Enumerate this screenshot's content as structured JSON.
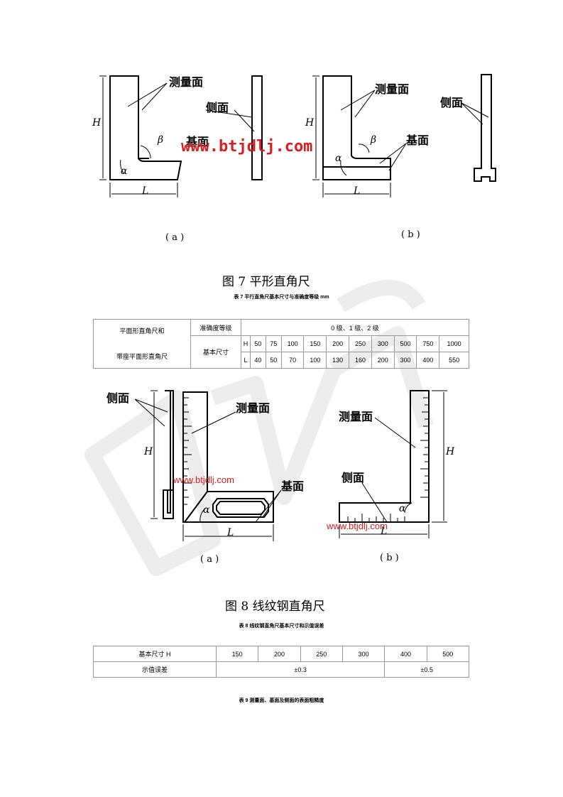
{
  "fig7": {
    "labels": {
      "measure_face": "测量面",
      "side_face": "侧面",
      "base_face": "基面",
      "H": "H",
      "L": "L",
      "alpha": "α",
      "beta": "β"
    },
    "watermark": "www.btjdlj.com",
    "sub_a": "( a )",
    "sub_b": "( b )",
    "caption": "图 7    平形直角尺"
  },
  "table7": {
    "caption": "表 7  平行直角尺基本尺寸与准确度等级  mm",
    "row_label_1": "平面形直角尺和",
    "row_label_2": "带座平面形直角尺",
    "accuracy_label": "准确度等级",
    "accuracy_value": "0 级、1 级、2 级",
    "size_label": "基本尺寸",
    "H_key": "H",
    "L_key": "L",
    "H_values": [
      "50",
      "75",
      "100",
      "150",
      "200",
      "250",
      "300",
      "500",
      "750",
      "1000"
    ],
    "L_values": [
      "40",
      "50",
      "70",
      "100",
      "130",
      "160",
      "200",
      "300",
      "400",
      "550"
    ]
  },
  "fig8": {
    "labels": {
      "side_face": "侧面",
      "measure_face": "测量面",
      "base_face": "基面",
      "H": "H",
      "L": "L",
      "alpha": "α"
    },
    "watermark": "www.btjdlj.com",
    "sub_a": "( a )",
    "sub_b": "( b )",
    "caption": "图 8    线纹钢直角尺"
  },
  "table8": {
    "caption": "表 8  线纹钢直角尺基本尺寸和示值误差",
    "size_label": "基本尺寸 H",
    "sizes": [
      "150",
      "200",
      "250",
      "300",
      "400",
      "500"
    ],
    "error_label": "示值误差",
    "error_a": "±0.3",
    "error_b": "±0.5"
  },
  "table9": {
    "caption": "表 9  测量面、基面及侧面的表面粗糙度"
  },
  "background_watermark_color": "#e6e6e6"
}
